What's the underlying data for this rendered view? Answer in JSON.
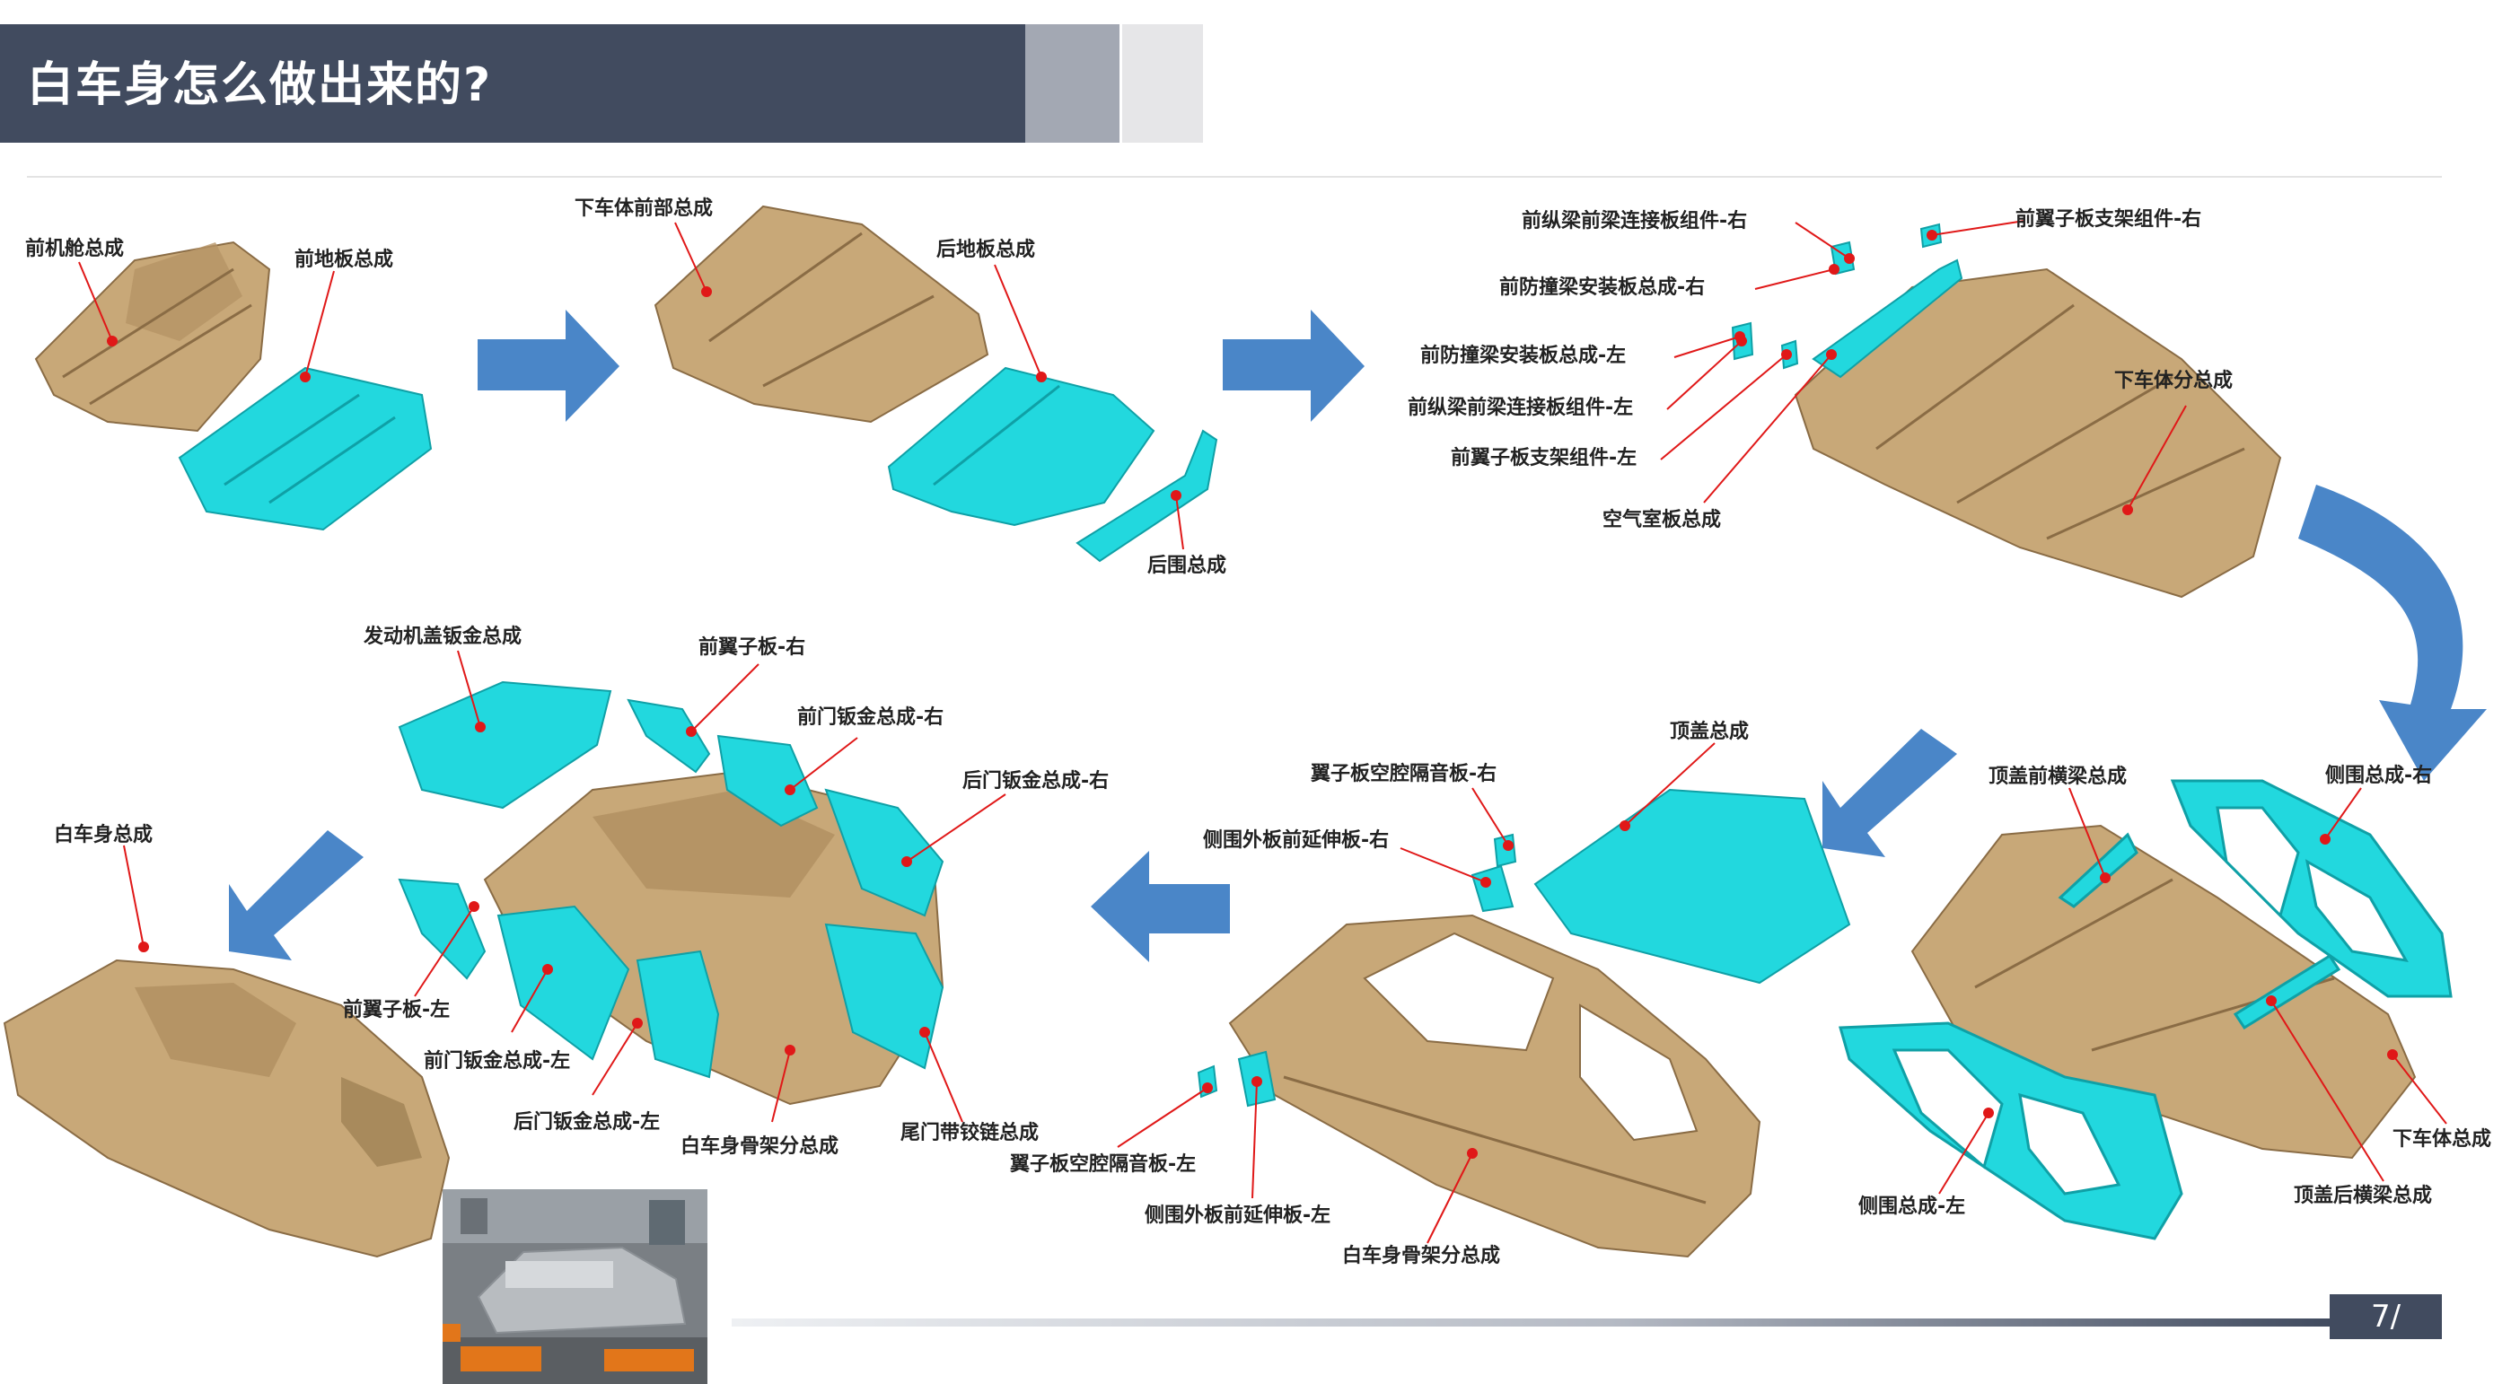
{
  "header": {
    "title": "白车身怎么做出来的?"
  },
  "page_number": "7/",
  "colors": {
    "base_part": "#c8a878",
    "new_part": "#22d8de",
    "arrow": "#4a86c8",
    "leader": "#e01818",
    "header": "#414b5f"
  },
  "stage1": {
    "labels": [
      "前机舱总成",
      "前地板总成"
    ]
  },
  "stage2": {
    "labels": [
      "下车体前部总成",
      "后地板总成",
      "后围总成"
    ]
  },
  "stage3": {
    "labels": [
      "前纵梁前梁连接板组件-右",
      "前翼子板支架组件-右",
      "前防撞梁安装板总成-右",
      "前防撞梁安装板总成-左",
      "前纵梁前梁连接板组件-左",
      "前翼子板支架组件-左",
      "下车体分总成",
      "空气室板总成"
    ]
  },
  "stage4": {
    "labels": [
      "顶盖前横梁总成",
      "侧围总成-右",
      "侧围总成-左",
      "下车体总成",
      "顶盖后横梁总成"
    ]
  },
  "stage5": {
    "labels": [
      "翼子板空腔隔音板-右",
      "顶盖总成",
      "侧围外板前延伸板-右",
      "翼子板空腔隔音板-左",
      "侧围外板前延伸板-左",
      "白车身骨架分总成"
    ]
  },
  "stage6": {
    "labels": [
      "发动机盖钣金总成",
      "前翼子板-右",
      "前门钣金总成-右",
      "后门钣金总成-右",
      "前翼子板-左",
      "前门钣金总成-左",
      "后门钣金总成-左",
      "白车身骨架分总成",
      "尾门带铰链总成"
    ]
  },
  "stage7": {
    "labels": [
      "白车身总成"
    ]
  }
}
